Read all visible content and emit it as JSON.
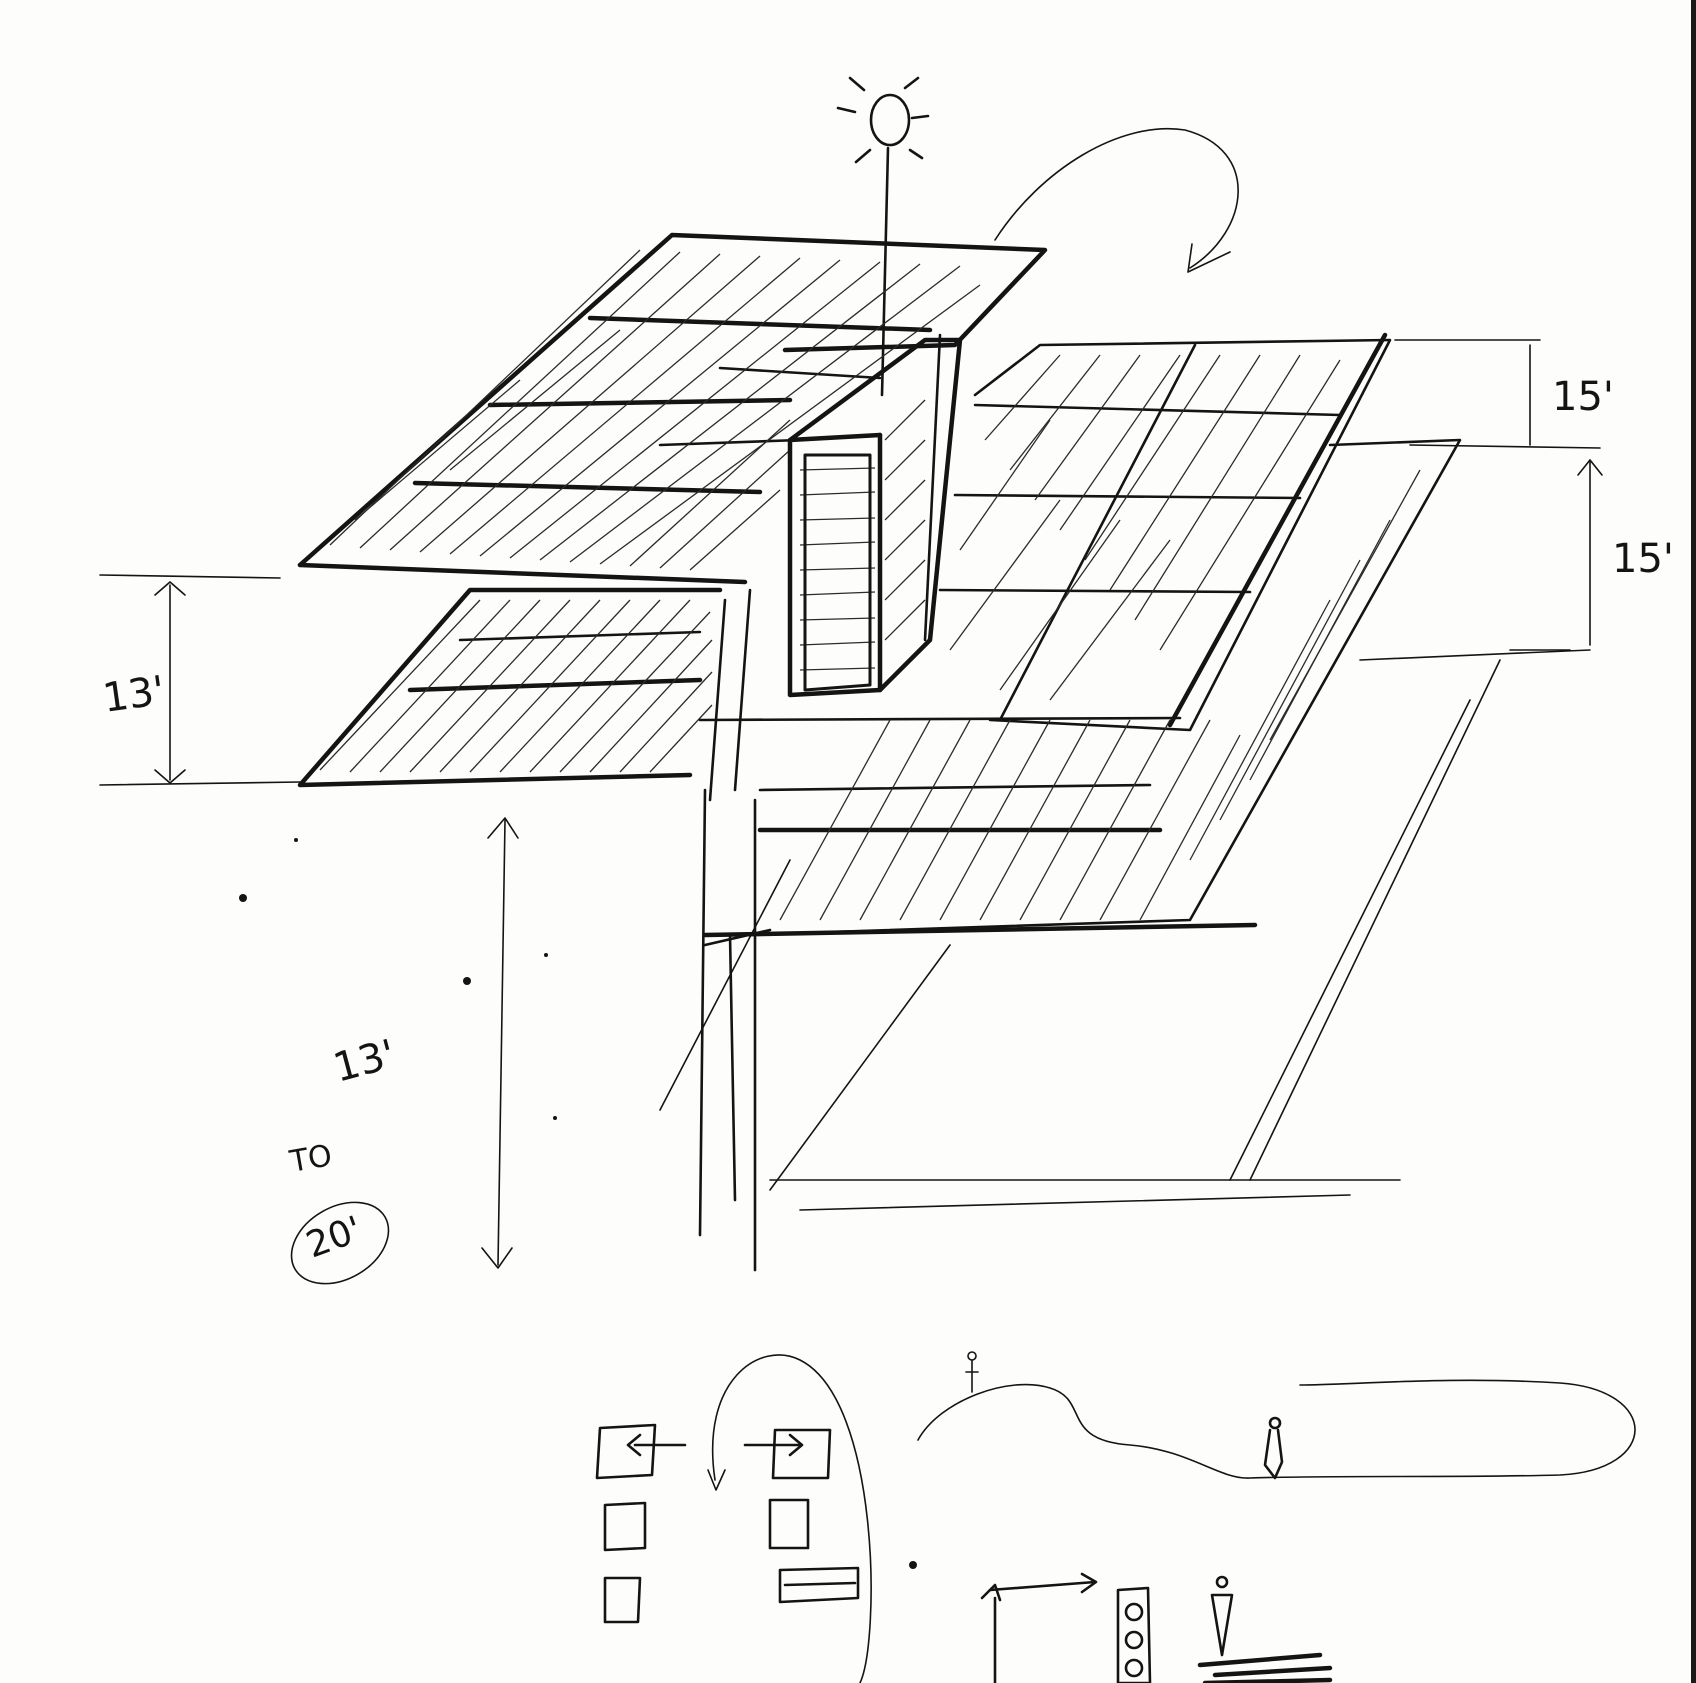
{
  "diagram": {
    "annotations": {
      "left_canopy_height": "13'",
      "upper_right_height": "15'",
      "lower_right_height": "15'",
      "clearance_low": "13'",
      "clearance_to": "TO",
      "clearance_high": "20'"
    },
    "icons": [
      "sun-icon",
      "circulation-arrow-icon",
      "person-figure-icon",
      "window-icon",
      "traffic-signal-icon"
    ]
  }
}
